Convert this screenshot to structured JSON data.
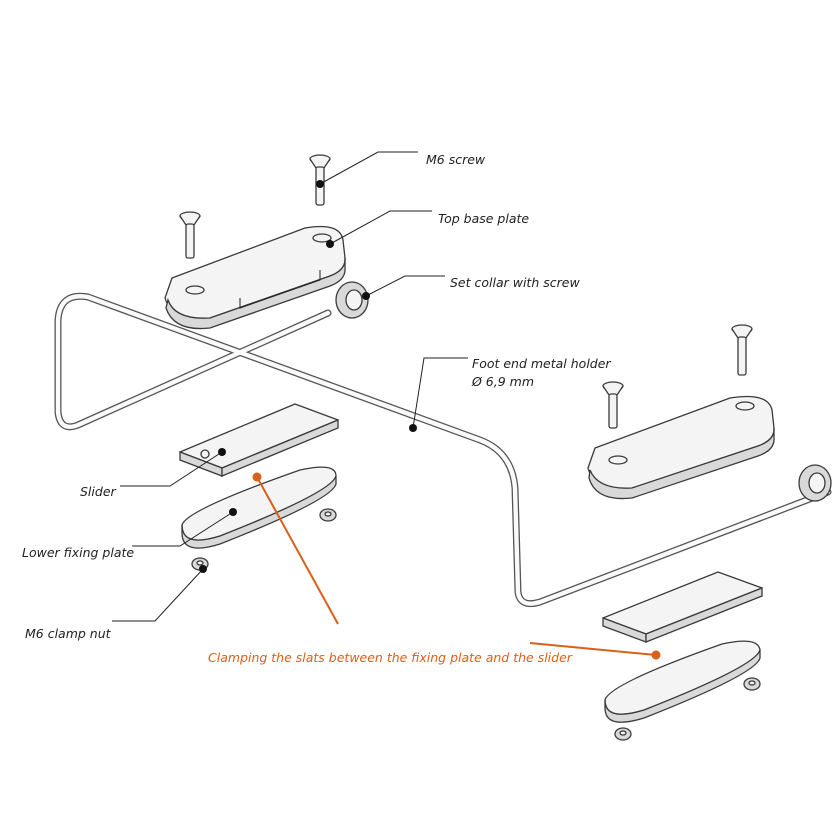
{
  "labels": {
    "m6_screw": "M6 screw",
    "top_base_plate": "Top base plate",
    "set_collar": "Set collar with screw",
    "foot_end_holder_line1": "Foot end metal holder",
    "foot_end_holder_line2": "Ø 6,9 mm",
    "slider": "Slider",
    "lower_fixing_plate": "Lower fixing plate",
    "m6_clamp_nut": "M6 clamp nut",
    "clamping_note": "Clamping the slats between the fixing plate and the slider"
  },
  "colors": {
    "accent": "#d9601a",
    "line": "#222222",
    "part_stroke": "#3a3a3a"
  }
}
